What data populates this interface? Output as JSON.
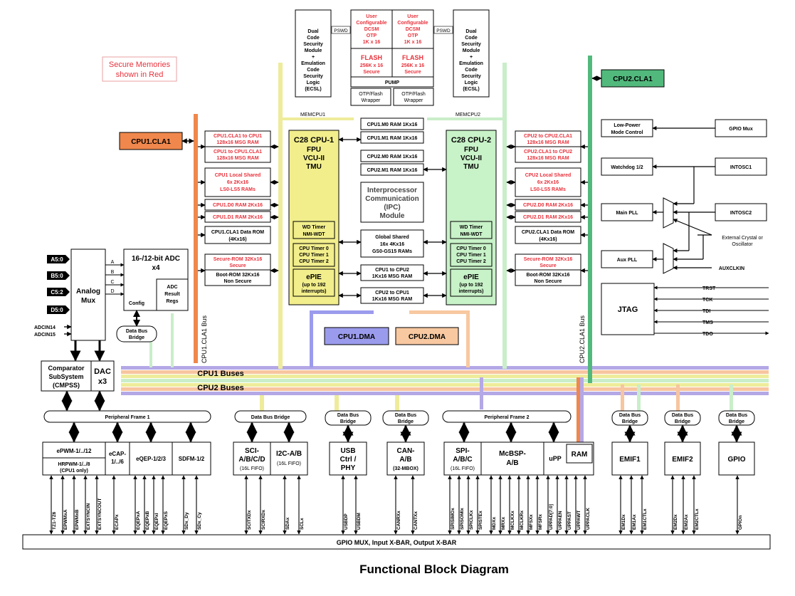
{
  "caption": "Functional Block Diagram",
  "legend": {
    "line1": "Secure Memories",
    "line2": "shown in Red"
  },
  "colors": {
    "red": "#e8323c",
    "cla1": "#f0874c",
    "cla2": "#52b97d",
    "cpu1": "#f2ee8c",
    "cpu2": "#c8f2c8",
    "dma1": "#9b9bed",
    "dma2": "#f8c8a0",
    "busPurple": "#b4a8e6",
    "busOrange": "#f7c59f",
    "busYellow": "#eeec9a",
    "busGreen": "#c9eec9"
  },
  "top": {
    "pswd": "PSWD",
    "dcsm": [
      "Dual",
      "Code",
      "Security",
      "Module",
      "+",
      "Emulation",
      "Code",
      "Security",
      "Logic",
      "(ECSL)"
    ],
    "otp": [
      "User",
      "Configurable",
      "DCSM",
      "OTP",
      "1K x 16"
    ],
    "flash": [
      "FLASH",
      "256K x 16",
      "Secure"
    ],
    "pump": "PUMP",
    "wrapper": [
      "OTP/Flash",
      "Wrapper"
    ]
  },
  "cla1": "CPU1.CLA1",
  "cla2": "CPU2.CLA1",
  "memcpu1": "MEMCPU1",
  "memcpu2": "MEMCPU2",
  "cpu1": {
    "title": "C28 CPU-1",
    "l2": "FPU",
    "l3": "VCU-II",
    "l4": "TMU",
    "wd": [
      "WD Timer",
      "NMI-WDT"
    ],
    "timers": [
      "CPU Timer 0",
      "CPU Timer 1",
      "CPU Timer 2"
    ],
    "epie": [
      "ePIE",
      "(up to 192",
      "interrupts)"
    ]
  },
  "cpu2": {
    "title": "C28 CPU-2",
    "l2": "FPU",
    "l3": "VCU-II",
    "l4": "TMU",
    "wd": [
      "WD Timer",
      "NMI-WDT"
    ],
    "timers": [
      "CPU Timer 0",
      "CPU Timer 1",
      "CPU Timer 2"
    ],
    "epie": [
      "ePIE",
      "(up to 192",
      "interrupts)"
    ]
  },
  "leftMem": {
    "msg1": [
      "CPU1.CLA1 to CPU1",
      "128x16 MSG RAM"
    ],
    "msg2": [
      "CPU1 to CPU1.CLA1",
      "128x16 MSG RAM"
    ],
    "ls": [
      "CPU1 Local Shared",
      "6x 2Kx16",
      "LS0-LS5 RAMs"
    ],
    "d0": "CPU1.D0 RAM 2Kx16",
    "d1": "CPU1.D1 RAM 2Kx16",
    "rom": [
      "CPU1.CLA1 Data ROM",
      "(4Kx16)"
    ],
    "srom": [
      "Secure-ROM 32Kx16",
      "Secure"
    ],
    "brom": [
      "Boot-ROM 32Kx16",
      "Non Secure"
    ]
  },
  "rightMem": {
    "msg1": [
      "CPU2 to CPU2.CLA1",
      "128x16 MSG RAM"
    ],
    "msg2": [
      "CPU2.CLA1 to CPU2",
      "128x16 MSG RAM"
    ],
    "ls": [
      "CPU2 Local Shared",
      "6x 2Kx16",
      "LS0-LS5 RAMs"
    ],
    "d0": "CPU2.D0 RAM 2Kx16",
    "d1": "CPU2.D1 RAM 2Kx16",
    "rom": [
      "CPU2.CLA1 Data ROM",
      "(4Kx16)"
    ],
    "srom": [
      "Secure-ROM 32Kx16",
      "Secure"
    ],
    "brom": [
      "Boot-ROM 32Kx16",
      "Non Secure"
    ]
  },
  "center": {
    "m0a": "CPU1.M0 RAM 1Kx16",
    "m1a": "CPU1.M1 RAM 1Kx16",
    "m0b": "CPU2.M0 RAM 1Kx16",
    "m1b": "CPU2.M1 RAM 1Kx16",
    "ipc": [
      "Interprocessor",
      "Communication",
      "(IPC)",
      "Module"
    ],
    "gs": [
      "Global Shared",
      "16x 4Kx16",
      "GS0-GS15 RAMs"
    ],
    "c1c2": [
      "CPU1 to CPU2",
      "1Kx16 MSG RAM"
    ],
    "c2c1": [
      "CPU2 to CPU1",
      "1Kx16 MSG RAM"
    ]
  },
  "dma1": "CPU1.DMA",
  "dma2": "CPU2.DMA",
  "bus1": "CPU1.CLA1 Bus",
  "bus2": "CPU2.CLA1 Bus",
  "cpu1Buses": "CPU1 Buses",
  "cpu2Buses": "CPU2 Buses",
  "analog": {
    "inputs": [
      "A5:0",
      "B5:0",
      "C5:2",
      "D5:0"
    ],
    "adcin": [
      "ADCIN14",
      "ADCIN15"
    ],
    "mux": [
      "Analog",
      "Mux"
    ],
    "abcd": [
      "A",
      "B",
      "C",
      "D"
    ],
    "adc": [
      "16-/12-bit ADC",
      "x4"
    ],
    "config": "Config",
    "result": [
      "ADC",
      "Result",
      "Regs"
    ],
    "bridge": [
      "Data Bus",
      "Bridge"
    ],
    "cmpss": [
      "Comparator",
      "SubSystem",
      "(CMPSS)"
    ],
    "dac": [
      "DAC",
      "x3"
    ]
  },
  "right": {
    "lpm": [
      "Low-Power",
      "Mode Control"
    ],
    "gpiomux": "GPIO Mux",
    "wd": "Watchdog 1/2",
    "intosc1": "INTOSC1",
    "mainpll": "Main PLL",
    "intosc2": "INTOSC2",
    "xtal": [
      "External Crystal or",
      "Oscillator"
    ],
    "auxpll": "Aux PLL",
    "auxclkin": "AUXCLKIN",
    "jtag": "JTAG",
    "jtagSignals": [
      "TRST",
      "TCK",
      "TDI",
      "TMS",
      "TDO"
    ]
  },
  "periph": {
    "frame1": "Peripheral Frame 1",
    "frame2": "Peripheral Frame 2",
    "dbb": "Data Bus Bridge",
    "dbb2": [
      "Data Bus",
      "Bridge"
    ],
    "epwm": "ePWM-1/../12",
    "hrpwm": [
      "HRPWM-1/../8",
      "(CPU1 only)"
    ],
    "ecap": [
      "eCAP-",
      "1/../6"
    ],
    "eqep": "eQEP-1/2/3",
    "sdfm": "SDFM-1/2",
    "sci": [
      "SCI-",
      "A/B/C/D",
      "(16L FIFO)"
    ],
    "i2c": [
      "I2C-A/B",
      "(16L FIFO)"
    ],
    "usb": [
      "USB",
      "Ctrl /",
      "PHY"
    ],
    "can": [
      "CAN-",
      "A/B",
      "(32-MBOX)"
    ],
    "spi": [
      "SPI-",
      "A/B/C",
      "(16L FIFO)"
    ],
    "mcbsp": [
      "McBSP-",
      "A/B"
    ],
    "upp": "uPP",
    "ram": "RAM",
    "emif1": "EMIF1",
    "emif2": "EMIF2",
    "gpio": "GPIO"
  },
  "signals": {
    "g1": [
      "TZ1-TZ6",
      "EPWMxA",
      "EPWMxB",
      "EXTSYNCIN",
      "EXTSYNCOUT"
    ],
    "g2": [
      "ECAPx"
    ],
    "g3": [
      "EQEPxA",
      "EQEPxB",
      "EQEPxI",
      "EQEPxS"
    ],
    "g4": [
      "SDx_Dy",
      "SDx_Cy"
    ],
    "g5": [
      "SCITXDx",
      "SCIRXDx"
    ],
    "g6": [
      "SDAx",
      "SCLx"
    ],
    "g7": [
      "USBDP",
      "USBDM"
    ],
    "g8": [
      "CANRXx",
      "CANTXx"
    ],
    "g9": [
      "SPISIMOx",
      "SPISOMIx",
      "SPICLKx",
      "SPISTEx"
    ],
    "g10": [
      "MDXx",
      "MRXx",
      "MCLKXx",
      "MCLKRx",
      "MFSXx",
      "MFSRx"
    ],
    "g11": [
      "UPPAD[7:0]",
      "UPPAEN",
      "UPPAST",
      "UPPAWT",
      "UPPACLK"
    ],
    "g12": [
      "EM1Dx",
      "EM1Ax",
      "EM1CTLx"
    ],
    "g13": [
      "EM2Dx",
      "EM2Ax",
      "EM2CTLx"
    ],
    "g14": [
      "GPIOn"
    ]
  },
  "gpiomuxBar": "GPIO MUX, Input X-BAR, Output X-BAR"
}
